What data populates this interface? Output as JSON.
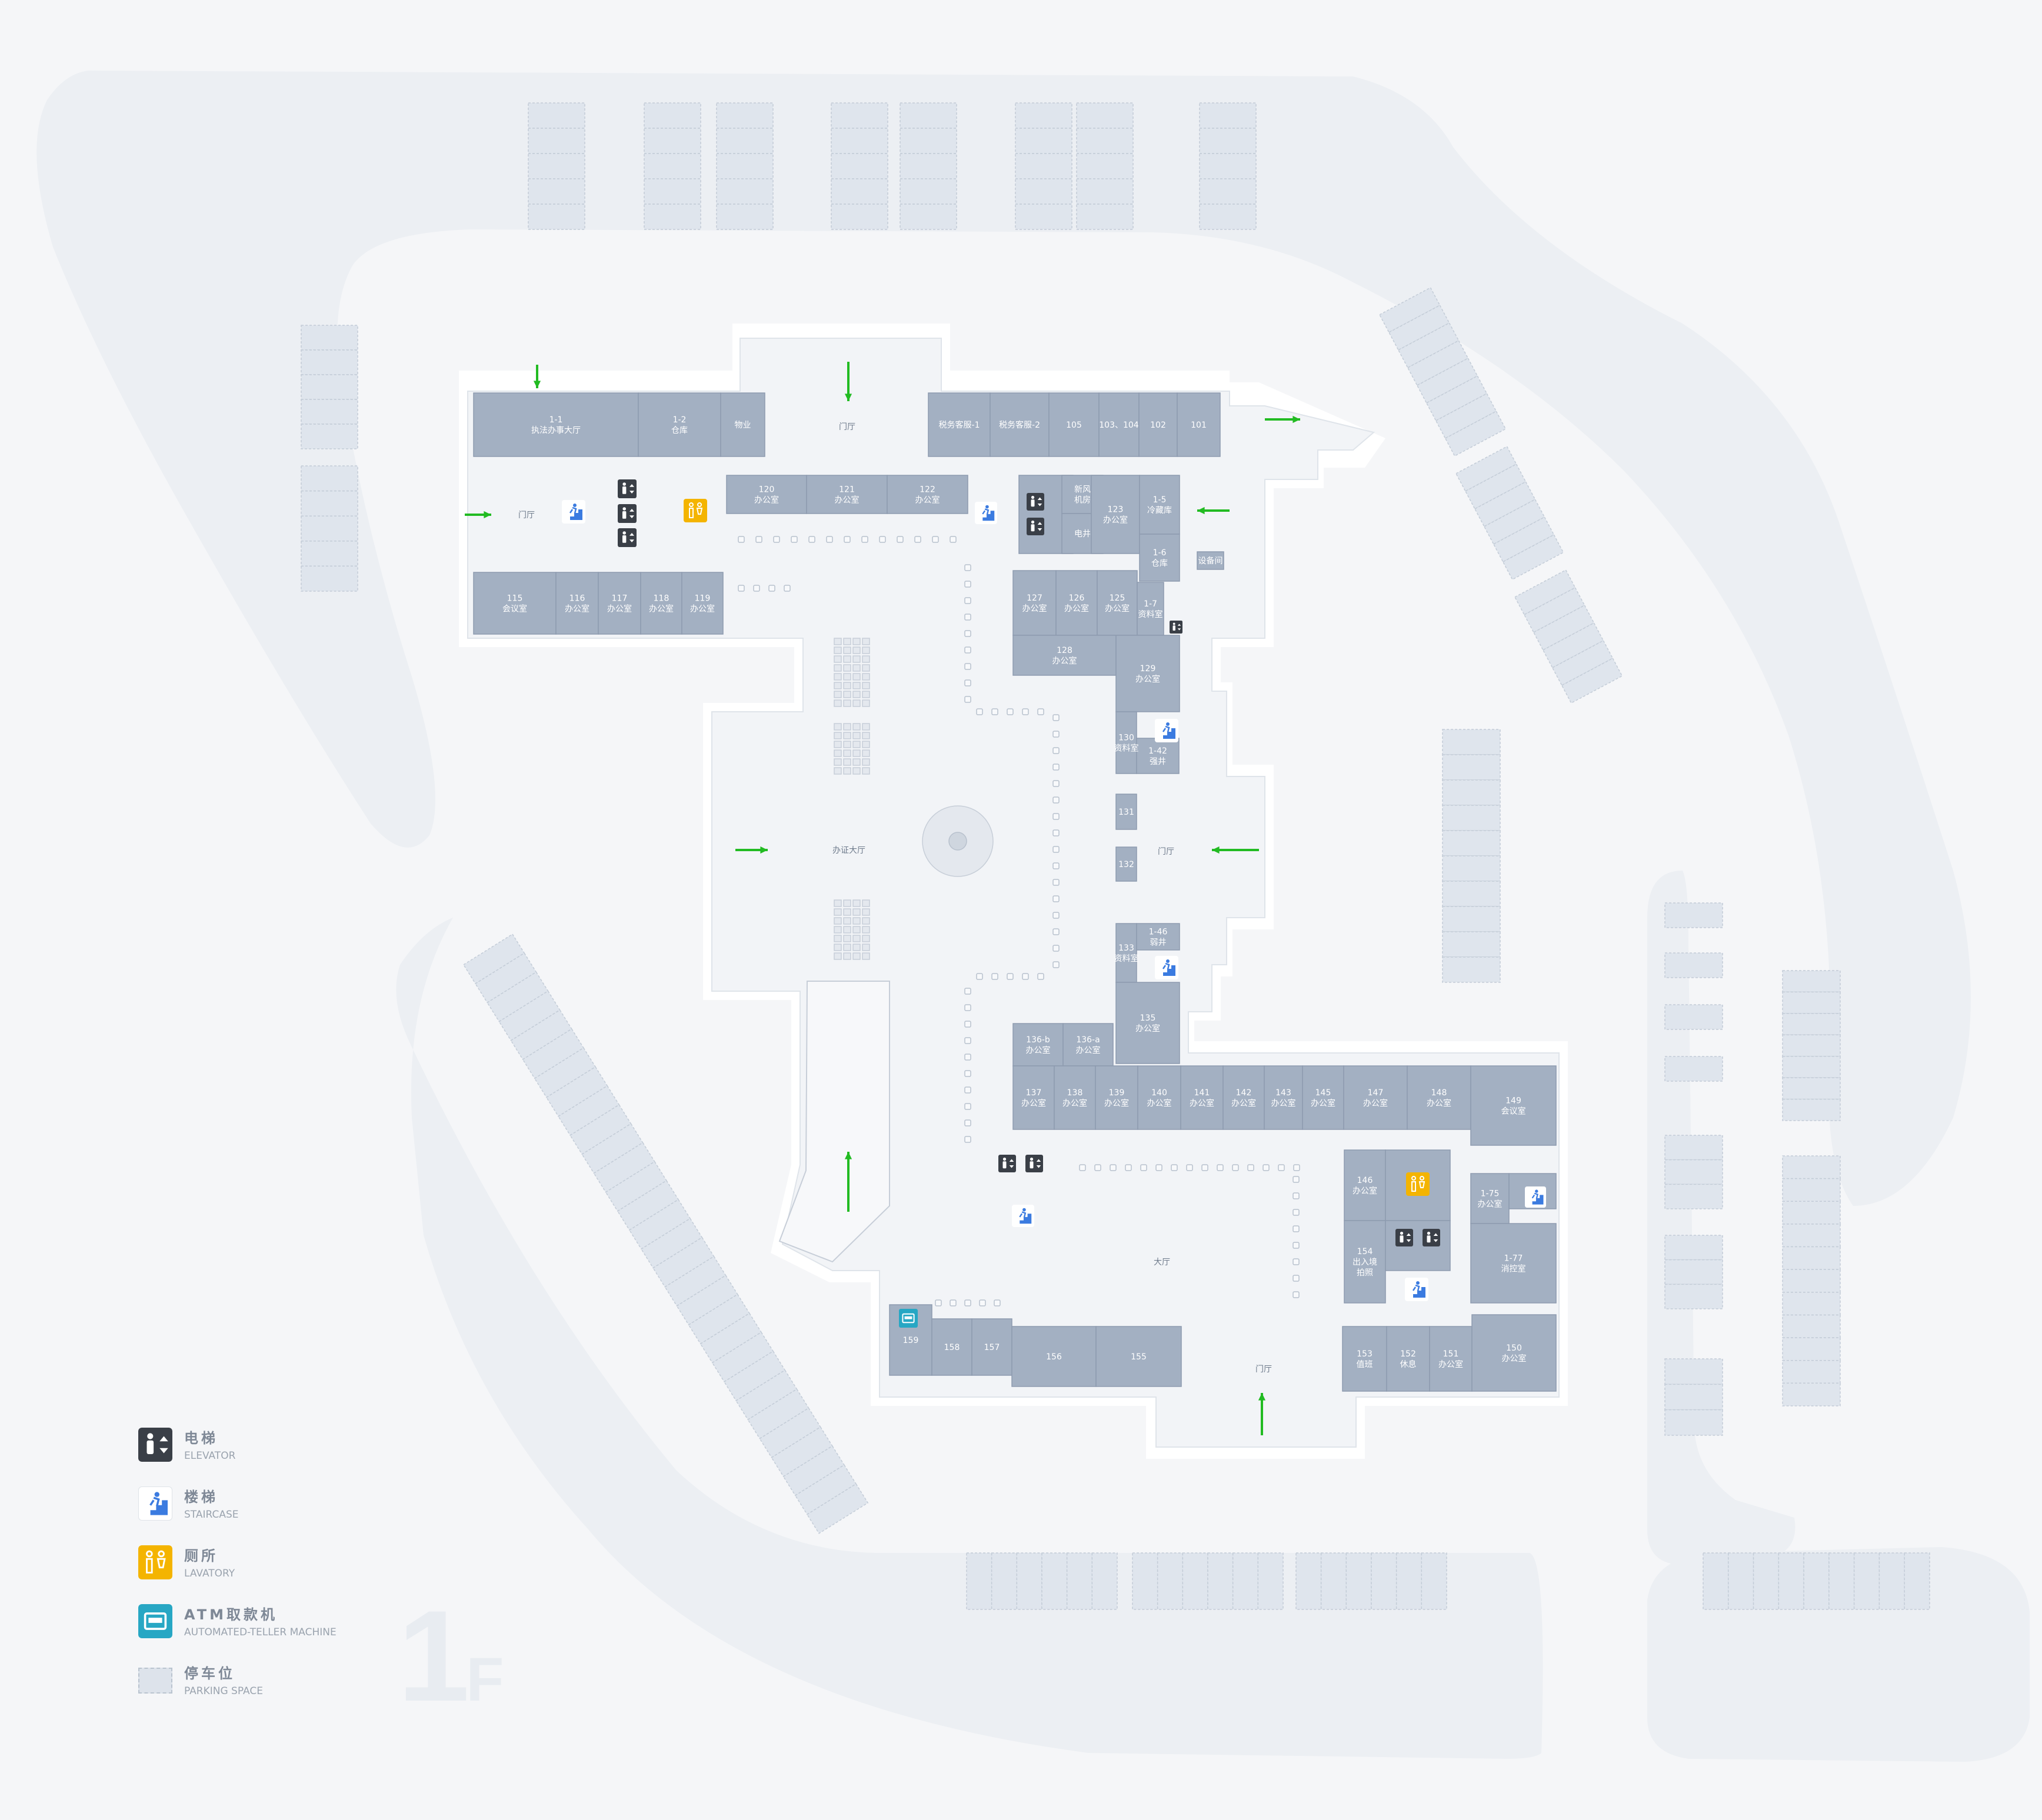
{
  "floor": {
    "number": "1",
    "suffix": "F"
  },
  "legend": [
    {
      "icon": "elevator-icon",
      "zh": "电梯",
      "en": "ELEVATOR",
      "color": "#3a3f47"
    },
    {
      "icon": "staircase-icon",
      "zh": "楼梯",
      "en": "STAIRCASE",
      "color": "#ffffff"
    },
    {
      "icon": "lavatory-icon",
      "zh": "厕所",
      "en": "LAVATORY",
      "color": "#f4b400"
    },
    {
      "icon": "atm-icon",
      "zh": "ATM取款机",
      "en": "AUTOMATED-TELLER MACHINE",
      "color": "#27a7c4"
    },
    {
      "icon": "parking-space-icon",
      "zh": "停车位",
      "en": "PARKING SPACE",
      "color": "#dde3eb"
    }
  ],
  "colors": {
    "room": "#a3b0c2",
    "building": "#f2f4f7",
    "road": "#eceff3",
    "arrow": "#22bb22",
    "parking": "#dfe5ed"
  },
  "labels": {
    "r1_1": [
      "1-1",
      "执法办事大厅"
    ],
    "r1_2": [
      "1-2",
      "仓库"
    ],
    "wuye": [
      "物业"
    ],
    "mt_n": [
      "门厅"
    ],
    "tax1": [
      "税务客服-1"
    ],
    "tax2": [
      "税务客服-2"
    ],
    "r105": [
      "105"
    ],
    "r103": [
      "103、104"
    ],
    "r102": [
      "102"
    ],
    "r101": [
      "101"
    ],
    "mt_w": [
      "门厅"
    ],
    "r120": [
      "120",
      "办公室"
    ],
    "r121": [
      "121",
      "办公室"
    ],
    "r122": [
      "122",
      "办公室"
    ],
    "xinfeng": [
      "新风",
      "机房"
    ],
    "dianjing": [
      "电井"
    ],
    "r123": [
      "123",
      "办公室"
    ],
    "r1_5": [
      "1-5",
      "冷藏库"
    ],
    "r1_6": [
      "1-6",
      "仓库"
    ],
    "r115": [
      "115",
      "会议室"
    ],
    "r116": [
      "116",
      "办公室"
    ],
    "r117": [
      "117",
      "办公室"
    ],
    "r118": [
      "118",
      "办公室"
    ],
    "r119": [
      "119",
      "办公室"
    ],
    "r127": [
      "127",
      "办公室"
    ],
    "r126": [
      "126",
      "办公室"
    ],
    "r125": [
      "125",
      "办公室"
    ],
    "r1_7": [
      "1-7",
      "资料室"
    ],
    "shebei": [
      "设备间"
    ],
    "r128": [
      "128",
      "办公室"
    ],
    "r129": [
      "129",
      "办公室"
    ],
    "r130": [
      "130",
      "资料室"
    ],
    "r1_42": [
      "1-42",
      "强井"
    ],
    "banzheng": [
      "办证大厅"
    ],
    "mt_e": [
      "门厅"
    ],
    "r131": [
      "131"
    ],
    "r132": [
      "132"
    ],
    "r1_46": [
      "1-46",
      "弱井"
    ],
    "r133": [
      "133",
      "资料室"
    ],
    "r135": [
      "135",
      "办公室"
    ],
    "r136b": [
      "136-b",
      "办公室"
    ],
    "r136a": [
      "136-a",
      "办公室"
    ],
    "r137": [
      "137",
      "办公室"
    ],
    "r138": [
      "138",
      "办公室"
    ],
    "r139": [
      "139",
      "办公室"
    ],
    "r140": [
      "140",
      "办公室"
    ],
    "r141": [
      "141",
      "办公室"
    ],
    "r142": [
      "142",
      "办公室"
    ],
    "r143": [
      "143",
      "办公室"
    ],
    "r145": [
      "145",
      "办公室"
    ],
    "r147": [
      "147",
      "办公室"
    ],
    "r148": [
      "148",
      "办公室"
    ],
    "r149": [
      "149",
      "会议室"
    ],
    "r146": [
      "146",
      "办公室"
    ],
    "r154": [
      "154",
      "出入境",
      "拍照"
    ],
    "r1_75": [
      "1-75",
      "办公室"
    ],
    "r1_77": [
      "1-77",
      "消控室"
    ],
    "dating": [
      "大厅"
    ],
    "r159": [
      "159"
    ],
    "r158": [
      "158"
    ],
    "r157": [
      "157"
    ],
    "r156": [
      "156"
    ],
    "r155": [
      "155"
    ],
    "mt_s": [
      "门厅"
    ],
    "r153": [
      "153",
      "值班"
    ],
    "r152": [
      "152",
      "休息"
    ],
    "r151": [
      "151",
      "办公室"
    ],
    "r150": [
      "150",
      "办公室"
    ]
  }
}
